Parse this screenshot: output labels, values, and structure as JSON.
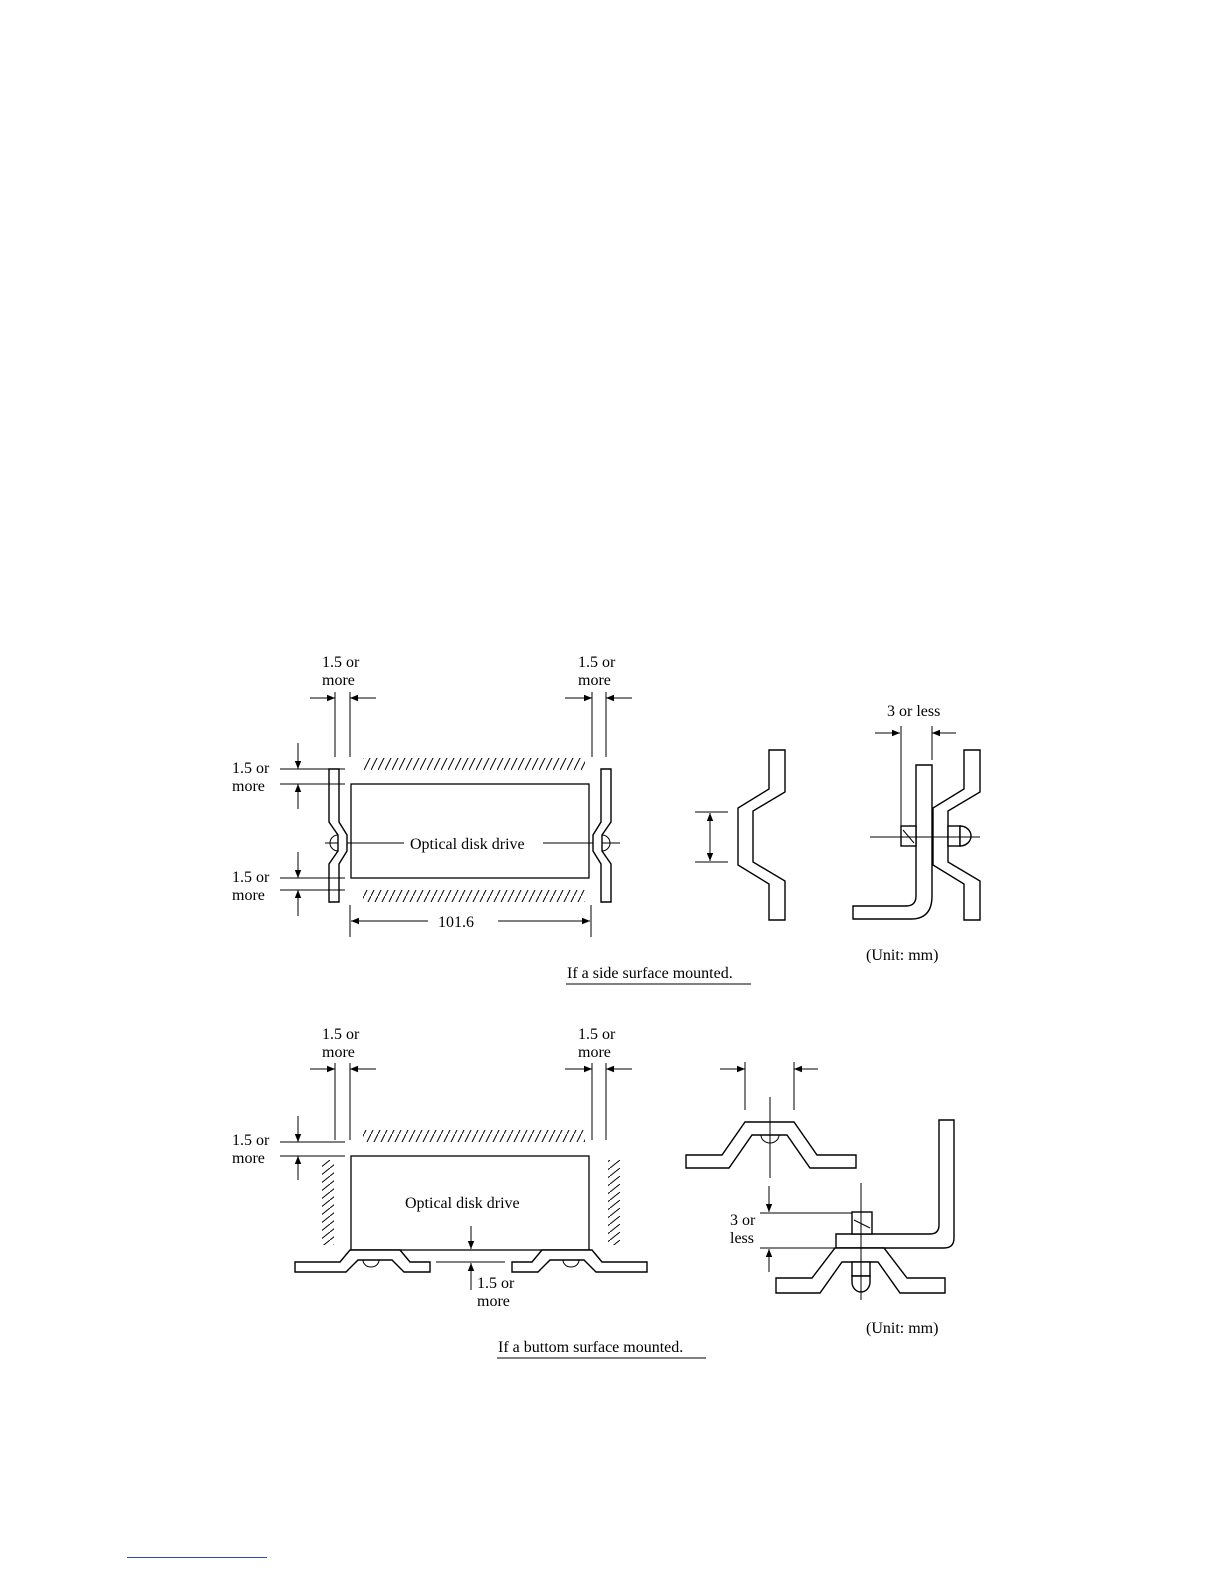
{
  "side_figure": {
    "clearance_label_line1": "1.5 or",
    "clearance_label_line2": "more",
    "drive_label": "Optical disk drive",
    "width_dimension": "101.6",
    "screw_gap_label": "3 or less",
    "unit": "(Unit: mm)",
    "caption": "If  a side surface mounted."
  },
  "bottom_figure": {
    "clearance_label_line1": "1.5 or",
    "clearance_label_line2": "more",
    "drive_label": "Optical disk drive",
    "screw_gap_label_line1": "3 or",
    "screw_gap_label_line2": "less",
    "unit": "(Unit: mm)",
    "caption": "If  a buttom surface mounted."
  },
  "colors": {
    "ink": "#000000",
    "footer_rule": "#2a4db5"
  }
}
